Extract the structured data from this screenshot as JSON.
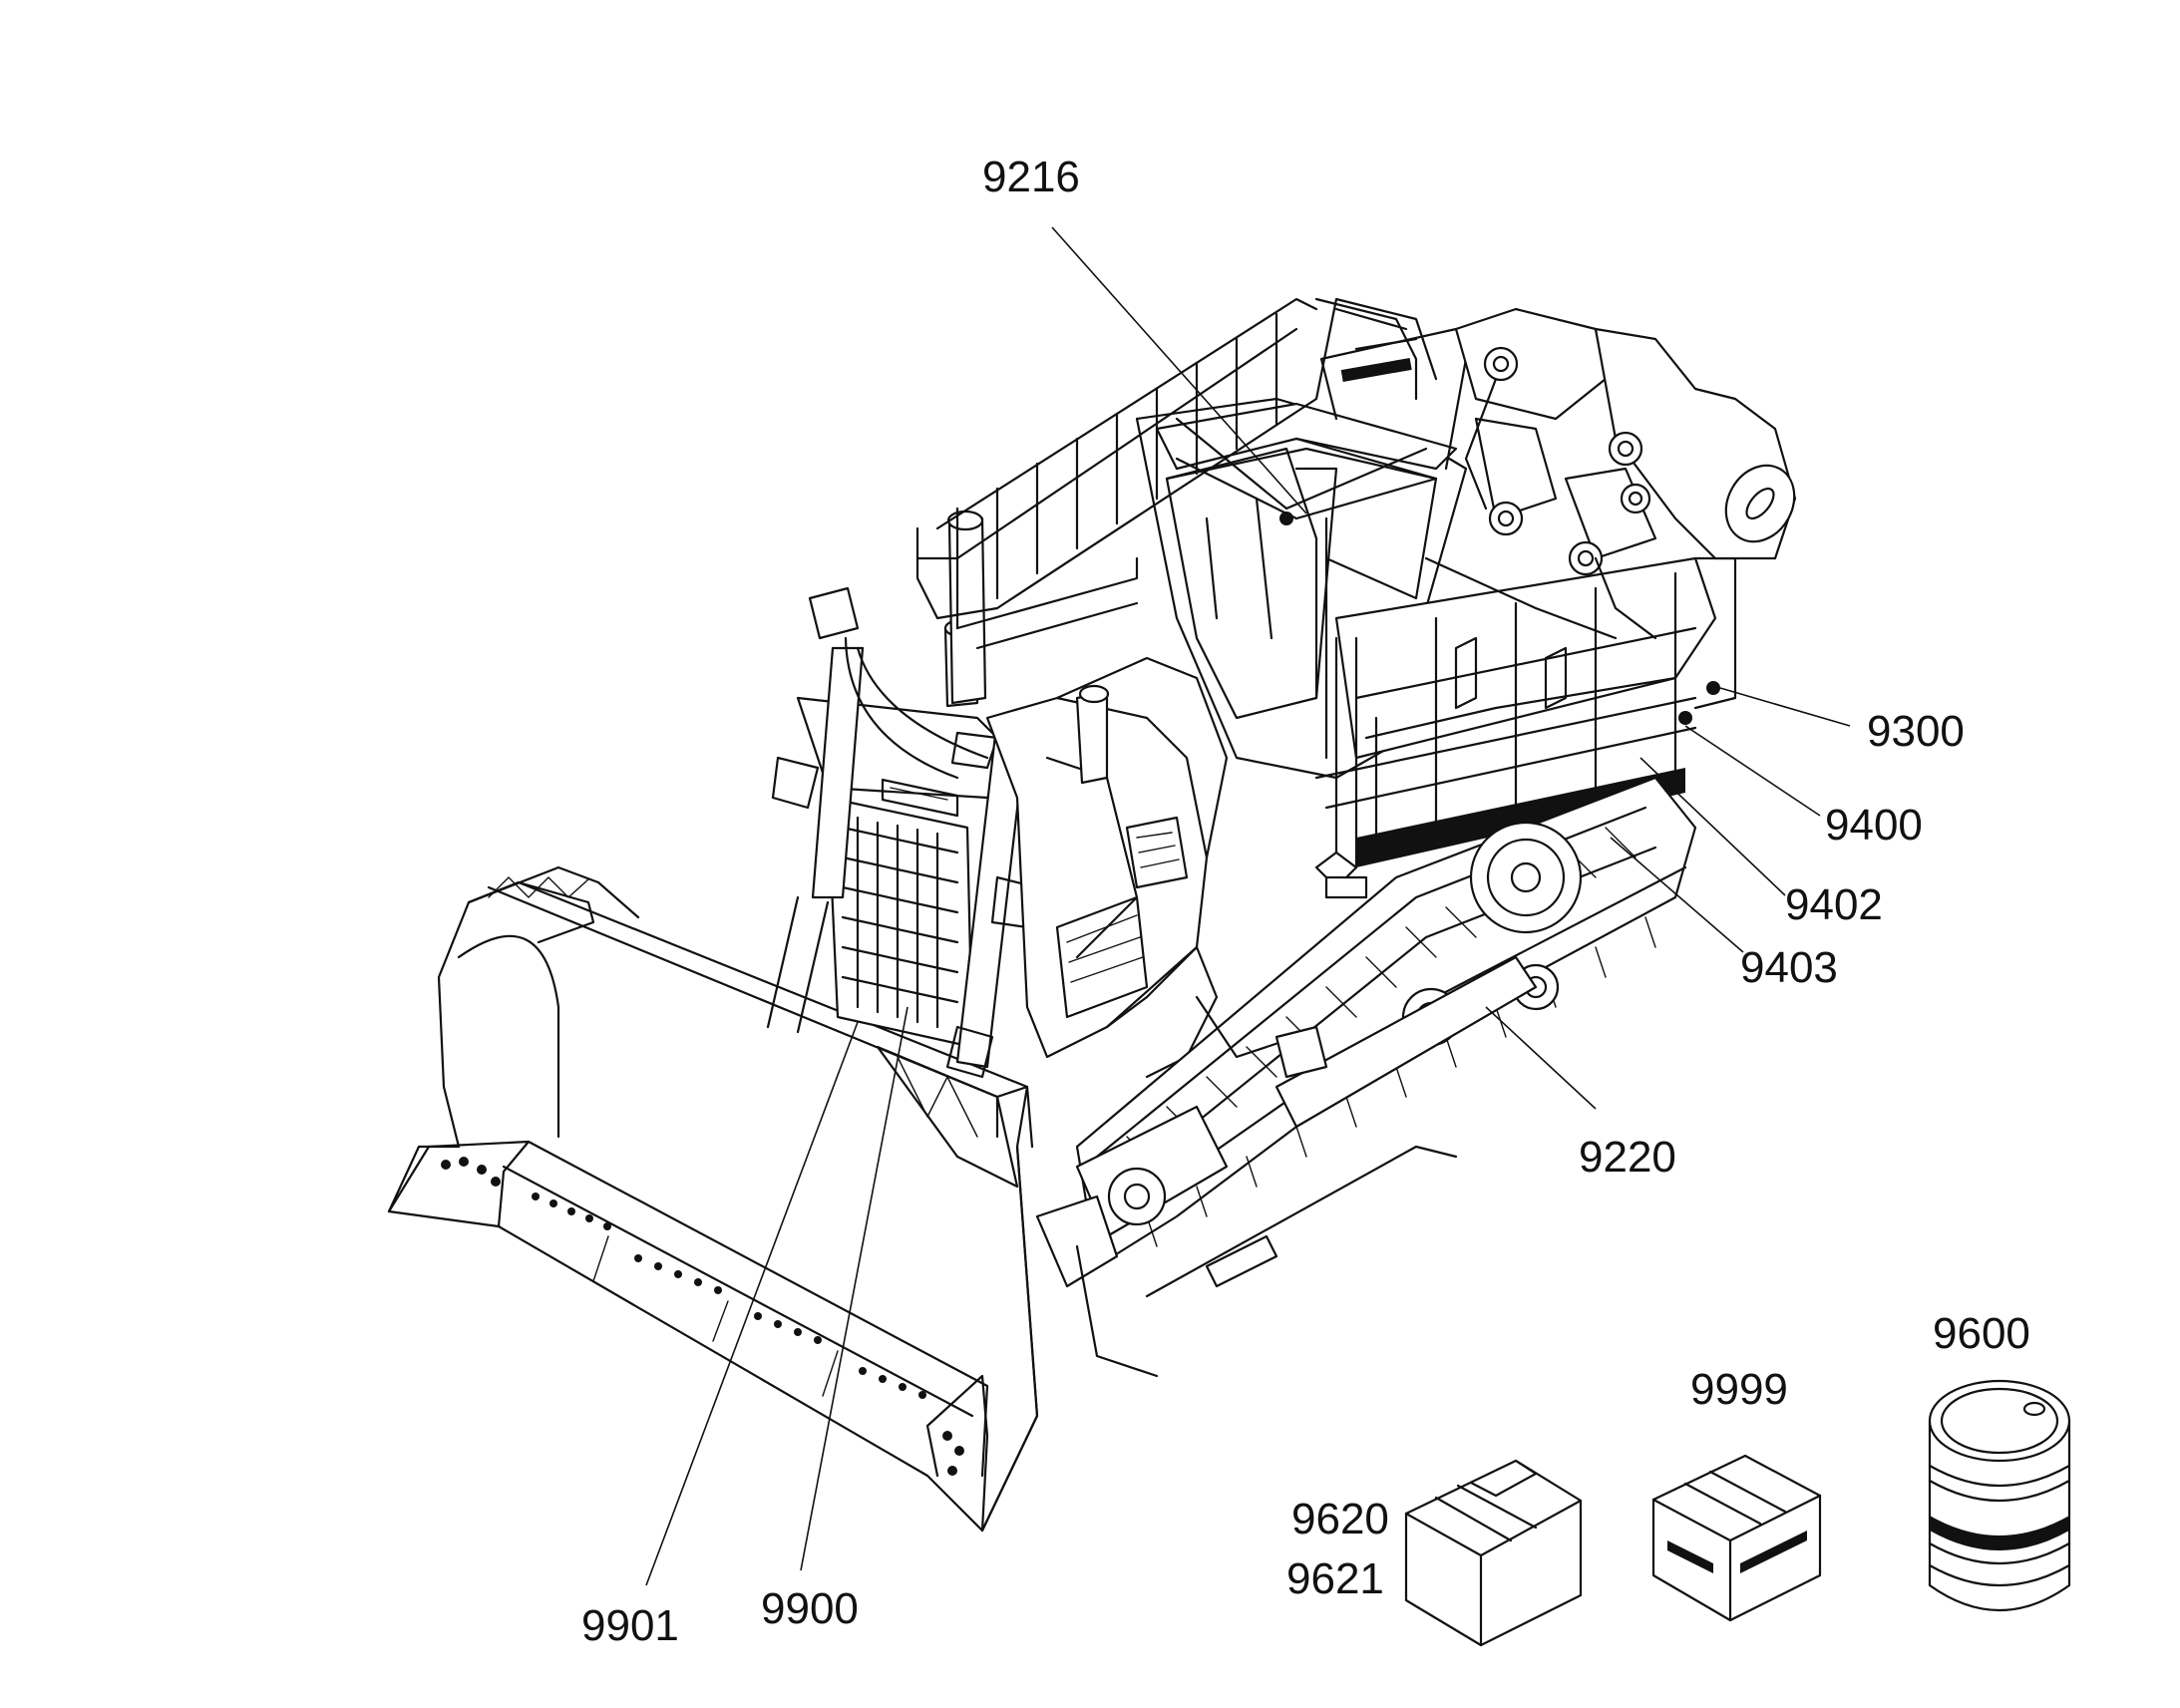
{
  "callouts": {
    "p9216": "9216",
    "p9300": "9300",
    "p9400": "9400",
    "p9402": "9402",
    "p9403": "9403",
    "p9220": "9220",
    "p9901": "9901",
    "p9900": "9900",
    "p9620": "9620",
    "p9621": "9621",
    "p9999": "9999",
    "p9600": "9600"
  },
  "icons": {
    "machine": "crawler-dozer-icon",
    "box": "cardboard-box-icon",
    "service_kit": "service-kit-box-icon",
    "barrel": "oil-barrel-icon"
  },
  "colors": {
    "ink": "#111111",
    "background": "#ffffff"
  }
}
